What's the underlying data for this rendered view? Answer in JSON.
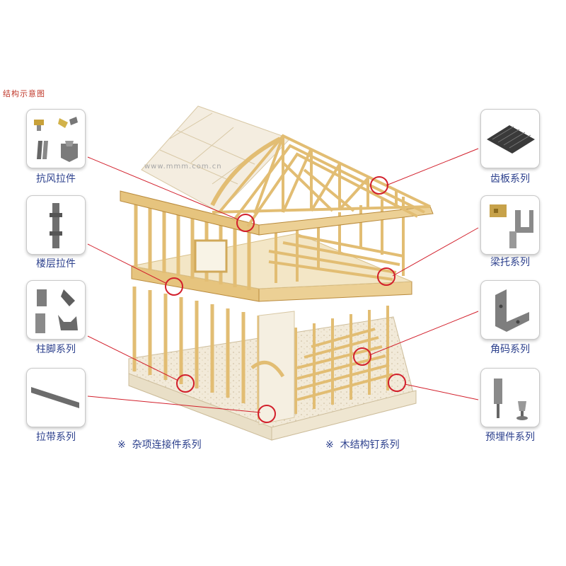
{
  "corner_text": "结构示意图",
  "watermark": "www.mmm.com.cn",
  "left_items": [
    {
      "label": "抗风拉件",
      "icon": "hurricane-tie-icon"
    },
    {
      "label": "楼层拉件",
      "icon": "floor-tie-icon"
    },
    {
      "label": "柱脚系列",
      "icon": "post-base-icon"
    },
    {
      "label": "拉带系列",
      "icon": "strap-icon"
    }
  ],
  "right_items": [
    {
      "label": "齿板系列",
      "icon": "truss-plate-icon"
    },
    {
      "label": "梁托系列",
      "icon": "joist-hanger-icon"
    },
    {
      "label": "角码系列",
      "icon": "angle-bracket-icon"
    },
    {
      "label": "预埋件系列",
      "icon": "anchor-icon"
    }
  ],
  "bottom_labels": [
    {
      "mark": "※",
      "text": "杂项连接件系列"
    },
    {
      "mark": "※",
      "text": "木结构钉系列"
    }
  ],
  "colors": {
    "label": "#2b3f8c",
    "callout": "#d21f2b",
    "timber": "#e2bd73",
    "timber_dark": "#b98a3c"
  }
}
